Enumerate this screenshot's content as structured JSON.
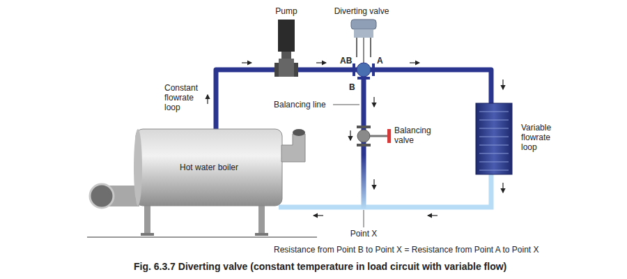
{
  "diagram": {
    "caption": "Fig. 6.3.7 Diverting valve (constant temperature in load circuit with variable flow)",
    "nodes": [
      {
        "text": [
          "Hot water boiler"
        ]
      }
    ],
    "labels": [
      "Pump",
      "Diverting valve",
      "AB",
      "A",
      "B",
      "Constant flowrate loop",
      "Balancing line",
      "Balancing valve",
      "Variable flowrate loop",
      "Point X",
      "Resistance from Point B to Point X = Resistance from Point A to Point X"
    ]
  }
}
